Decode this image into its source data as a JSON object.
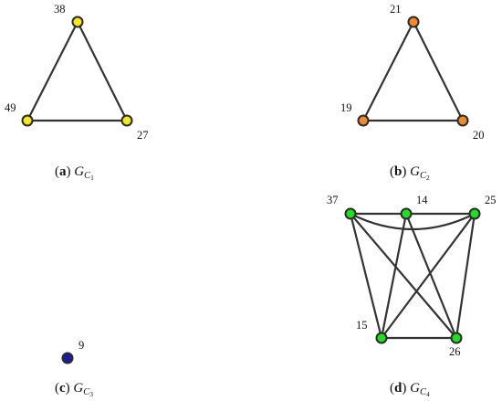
{
  "colors": {
    "yellow": "#f5e626",
    "orange": "#f08a2c",
    "blue": "#1a1aa8",
    "green": "#22dd22",
    "edge": "#333333"
  },
  "panels": [
    {
      "letter": "a",
      "graph": "G",
      "sub": "C",
      "subsub": "1",
      "color": "yellow",
      "nodes": [
        "38",
        "49",
        "27"
      ],
      "edges": [
        [
          "38",
          "49"
        ],
        [
          "38",
          "27"
        ],
        [
          "49",
          "27"
        ]
      ]
    },
    {
      "letter": "b",
      "graph": "G",
      "sub": "C",
      "subsub": "2",
      "color": "orange",
      "nodes": [
        "21",
        "19",
        "20"
      ],
      "edges": [
        [
          "21",
          "19"
        ],
        [
          "21",
          "20"
        ],
        [
          "19",
          "20"
        ]
      ]
    },
    {
      "letter": "c",
      "graph": "G",
      "sub": "C",
      "subsub": "3",
      "color": "blue",
      "nodes": [
        "9"
      ],
      "edges": []
    },
    {
      "letter": "d",
      "graph": "G",
      "sub": "C",
      "subsub": "4",
      "color": "green",
      "nodes": [
        "37",
        "14",
        "25",
        "15",
        "26"
      ],
      "edges": [
        [
          "37",
          "14"
        ],
        [
          "14",
          "25"
        ],
        [
          "37",
          "25"
        ],
        [
          "37",
          "15"
        ],
        [
          "37",
          "26"
        ],
        [
          "14",
          "15"
        ],
        [
          "14",
          "26"
        ],
        [
          "25",
          "15"
        ],
        [
          "25",
          "26"
        ],
        [
          "15",
          "26"
        ]
      ]
    }
  ]
}
